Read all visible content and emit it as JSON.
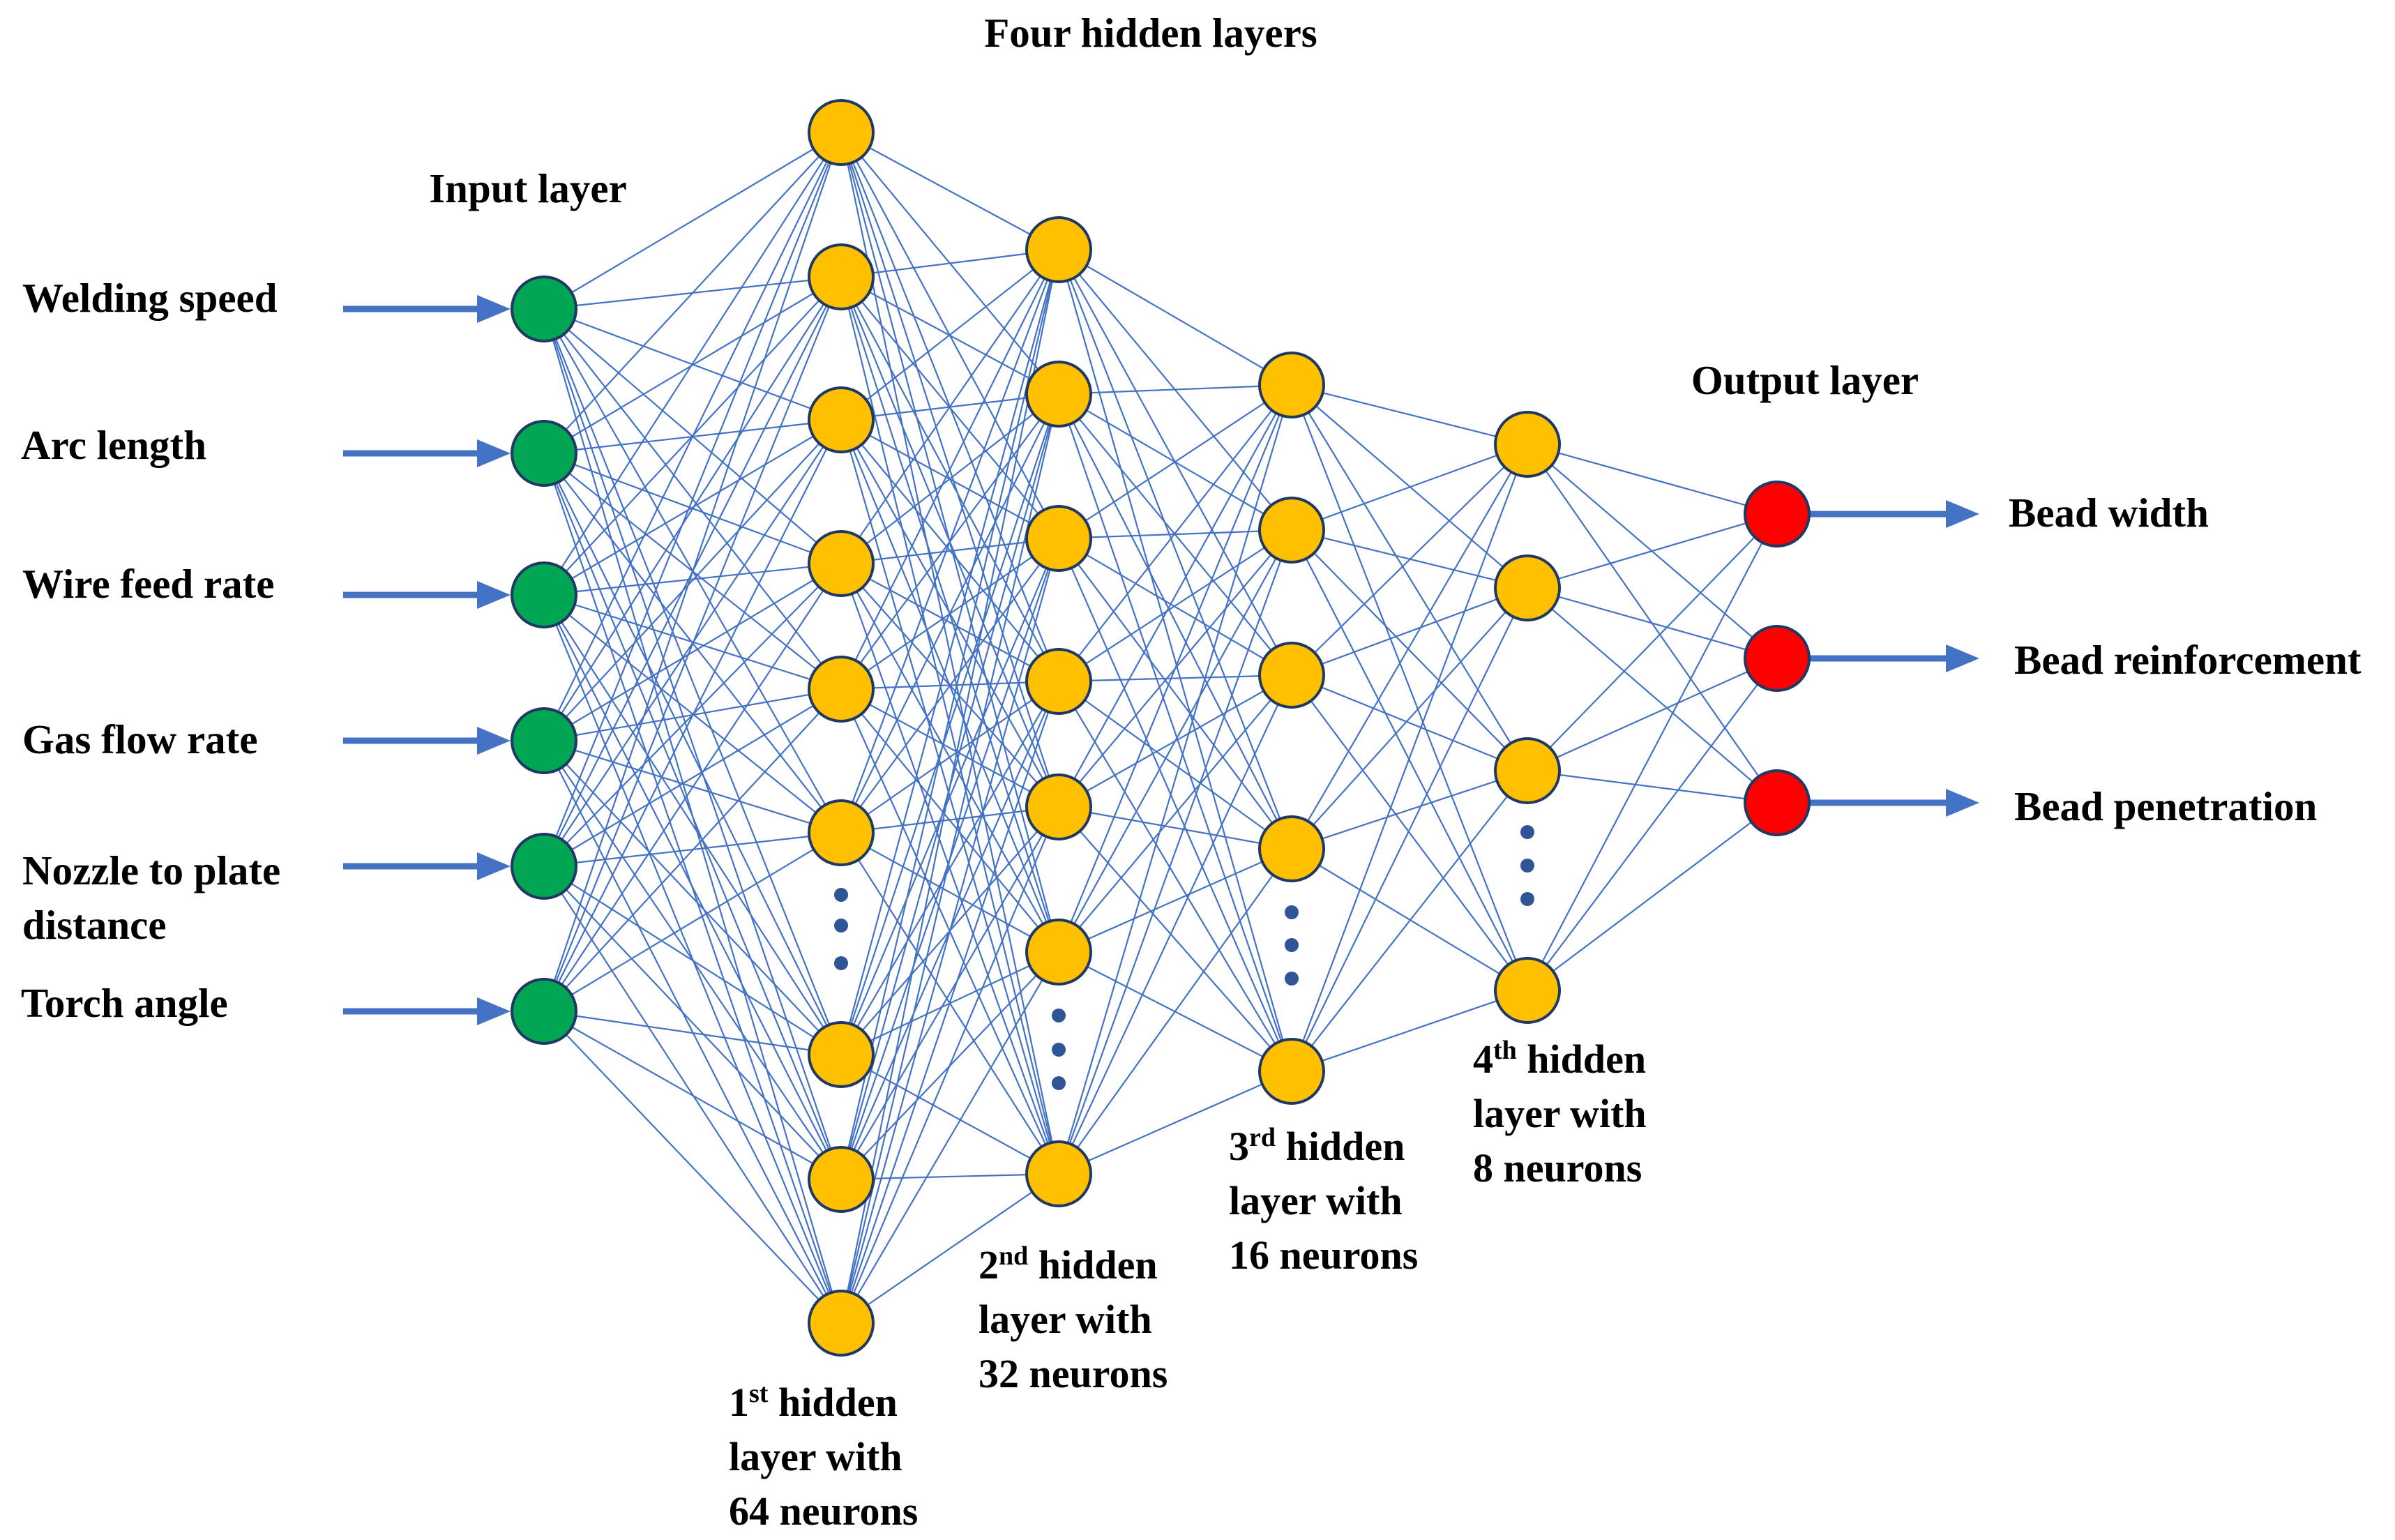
{
  "title": "Four hidden layers",
  "input_layer": {
    "label": "Input layer",
    "color": "#00A651",
    "inputs": [
      "Welding speed",
      "Arc length",
      "Wire feed rate",
      "Gas flow rate",
      "Nozzle to plate",
      "distance",
      "Torch angle"
    ]
  },
  "hidden_layers": [
    {
      "num": "1",
      "sup": "st",
      "line1_rest": " hidden",
      "line2": "layer with",
      "line3": "64 neurons"
    },
    {
      "num": "2",
      "sup": "nd",
      "line1_rest": " hidden",
      "line2": "layer with",
      "line3": "32 neurons"
    },
    {
      "num": "3",
      "sup": "rd",
      "line1_rest": " hidden",
      "line2": "layer with",
      "line3": "16 neurons"
    },
    {
      "num": "4",
      "sup": "th",
      "line1_rest": " hidden",
      "line2": "layer with",
      "line3": "8 neurons"
    }
  ],
  "hidden_color": "#FFC000",
  "output_layer": {
    "label": "Output layer",
    "color": "#FF0000",
    "outputs": [
      "Bead width",
      "Bead reinforcement",
      "Bead penetration"
    ]
  },
  "edge_color": "#4472C4",
  "arrow_color": "#4472C4",
  "neuron_outline": "#1F3864",
  "dot_color": "#2F5597"
}
